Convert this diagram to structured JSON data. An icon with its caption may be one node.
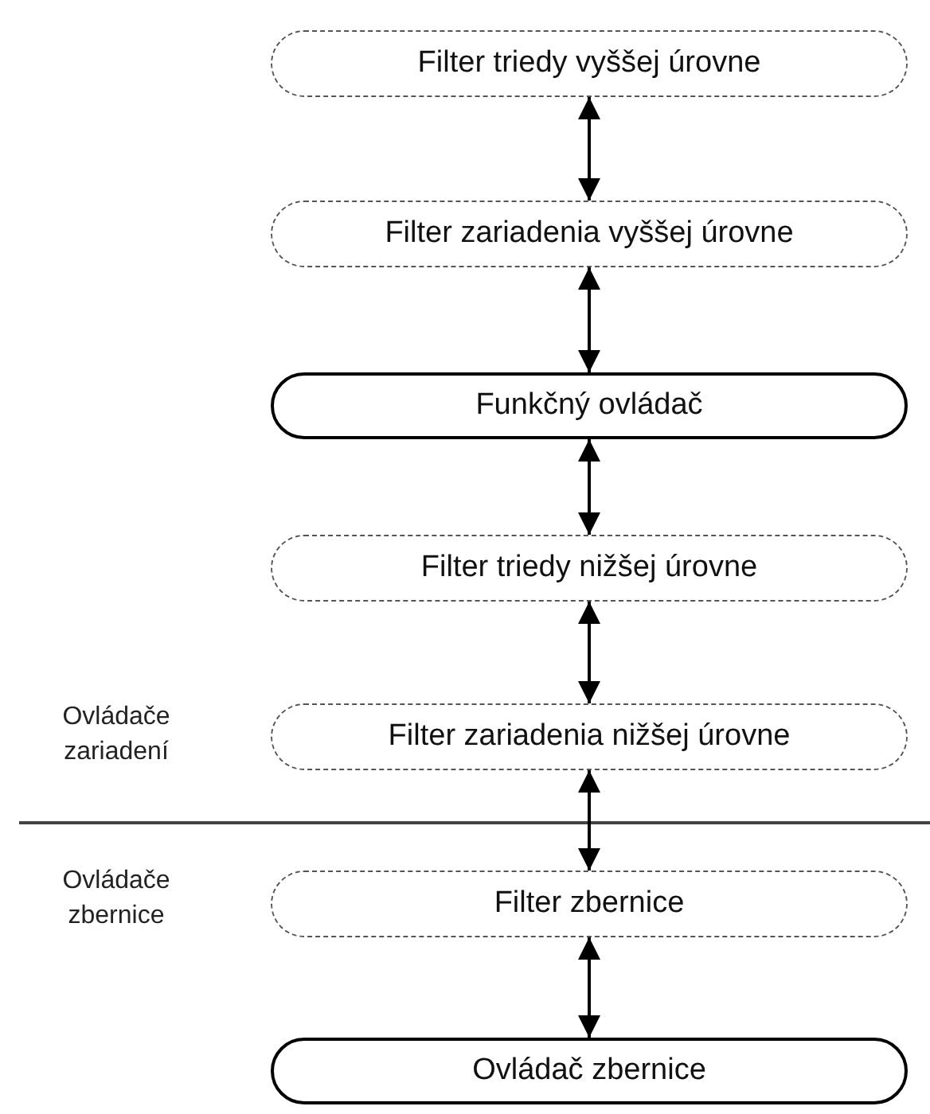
{
  "diagram": {
    "nodes": [
      {
        "text": [
          "Filter triedy vyššej úrovne"
        ]
      },
      {
        "text": [
          "Filter zariadenia vyššej úrovne"
        ]
      },
      {
        "text": [
          "Funkčný ovládač"
        ]
      },
      {
        "text": [
          "Filter triedy nižšej úrovne"
        ]
      },
      {
        "text": [
          "Filter zariadenia nižšej úrovne"
        ]
      },
      {
        "text": [
          "Filter zbernice"
        ]
      },
      {
        "text": [
          "Ovládač zbernice"
        ]
      }
    ],
    "edges": [
      {
        "from": 0,
        "to": 1,
        "arrow": "both"
      },
      {
        "from": 1,
        "to": 2,
        "arrow": "both"
      },
      {
        "from": 2,
        "to": 3,
        "arrow": "both"
      },
      {
        "from": 3,
        "to": 4,
        "arrow": "both"
      },
      {
        "from": 4,
        "to": 5,
        "arrow": "both"
      },
      {
        "from": 5,
        "to": 6,
        "arrow": "both"
      }
    ],
    "labels": [
      "Ovládače zariadení",
      "Ovládače zbernice"
    ]
  }
}
